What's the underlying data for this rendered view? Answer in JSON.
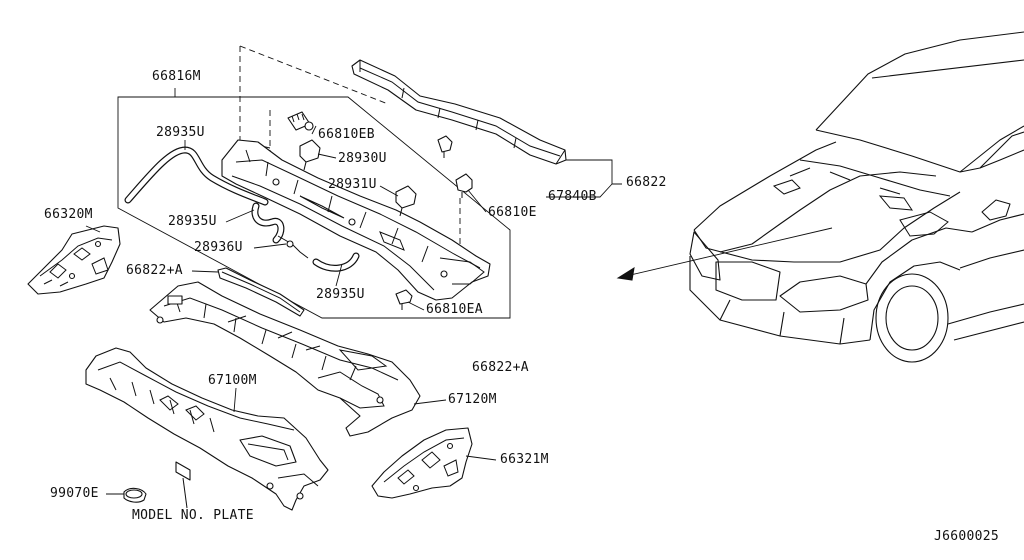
{
  "diagram_code": "J6600025",
  "model_plate_label": "MODEL NO. PLATE",
  "callouts": {
    "p66816M": "66816M",
    "p28935U_top": "28935U",
    "p66810EB": "66810EB",
    "p28930U": "28930U",
    "p28931U": "28931U",
    "p66810E": "66810E",
    "p67840B": "67840B",
    "p66822": "66822",
    "p66320M": "66320M",
    "p28935U_mid": "28935U",
    "p28936U": "28936U",
    "p66822A_left": "66822+A",
    "p28935U_low": "28935U",
    "p66810EA": "66810EA",
    "p66822A_right": "66822+A",
    "p67100M": "67100M",
    "p67120M": "67120M",
    "p66321M": "66321M",
    "p99070E": "99070E"
  }
}
